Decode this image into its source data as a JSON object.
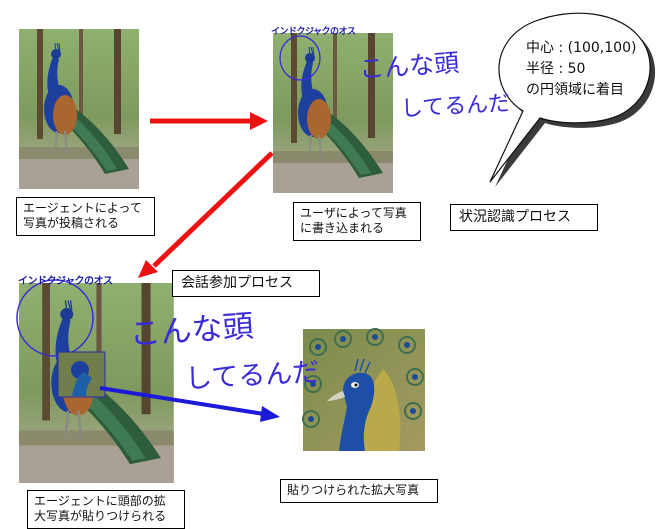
{
  "captions": {
    "step1": [
      "エージェントによって",
      "写真が投稿される"
    ],
    "step2": [
      "ユーザによって写真",
      "に書き込まれる"
    ],
    "step3": [
      "エージェントに頭部の拡",
      "大写真が貼りつけられる"
    ],
    "zoomed": "貼りつけられた拡大写真"
  },
  "process_labels": {
    "situation": "状況認識プロセス",
    "conversation": "会話参加プロセス"
  },
  "annotation": {
    "tag": "インドクジャクのオス",
    "handwriting_line1": "こんな頭",
    "handwriting_line2": "してるんだ"
  },
  "speech_bubble": {
    "lines": [
      "中心 : (100,100)",
      "半径 : 50",
      "の円領域に着目"
    ]
  },
  "colors": {
    "red_arrow": "#ee1111",
    "blue_arrow": "#1a1ad8",
    "handwriting": "#3a2bd8",
    "peacock_blue": "#1d3f9e"
  }
}
